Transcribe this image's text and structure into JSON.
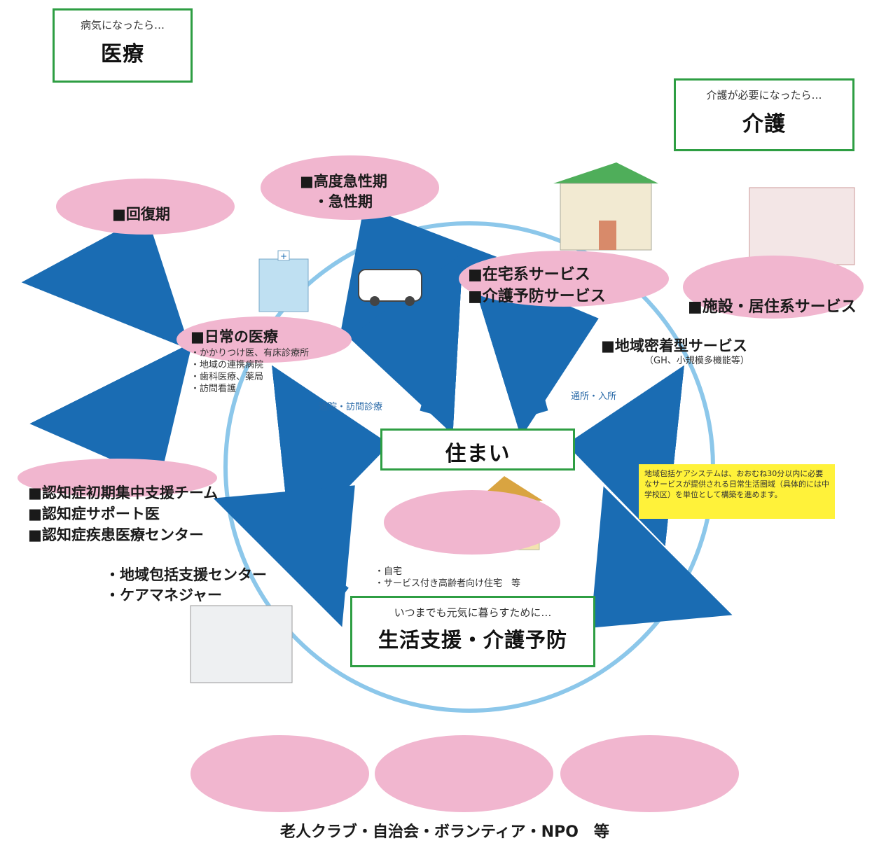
{
  "iryo": {
    "sub": "病気になったら…",
    "main": "医療"
  },
  "kaigo": {
    "sub": "介護が必要になったら…",
    "main": "介護"
  },
  "sumai": {
    "main": "住まい"
  },
  "seikatsu": {
    "sub": "いつまでも元気に暮らすために…",
    "main": "生活支援・介護予防"
  },
  "kaifukuki": "■回復期",
  "koudo": {
    "line1": "■高度急性期",
    "line2": "・急性期"
  },
  "nichijo": {
    "title": "■日常の医療",
    "items": [
      "・かかりつけ医、有床診療所",
      "・地域の連携病院",
      "・歯科医療、薬局",
      "・訪問看護"
    ]
  },
  "zaitaku": {
    "line1": "■在宅系サービス",
    "line2": "■介護予防サービス"
  },
  "shisetsu": "■施設・居住系サービス",
  "chiiki": {
    "title": "■地域密着型サービス",
    "sub": "（GH、小規模多機能等）"
  },
  "tsuin": "通院・訪問診療",
  "tsusho": "通所・入所",
  "ninchi": [
    "■認知症初期集中支援チーム",
    "■認知症サポート医",
    "■認知症疾患医療センター"
  ],
  "houkatsu": [
    "・地域包括支援センター",
    "・ケアマネジャー"
  ],
  "jitaku": [
    "・自宅",
    "・サービス付き高齢者向け住宅　等"
  ],
  "note": "地域包括ケアシステムは、おおむね30分以内に必要なサービスが提供される日常生活圏域（具体的には中学校区）を単位として構築を進めます。",
  "bottom": "老人クラブ・自治会・ボランティア・NPO　等",
  "colors": {
    "green": "#2e9e43",
    "pink": "#f1b6cf",
    "arrow": "#1a6cb3",
    "circle": "#8cc7ea",
    "note": "#fff23a"
  }
}
